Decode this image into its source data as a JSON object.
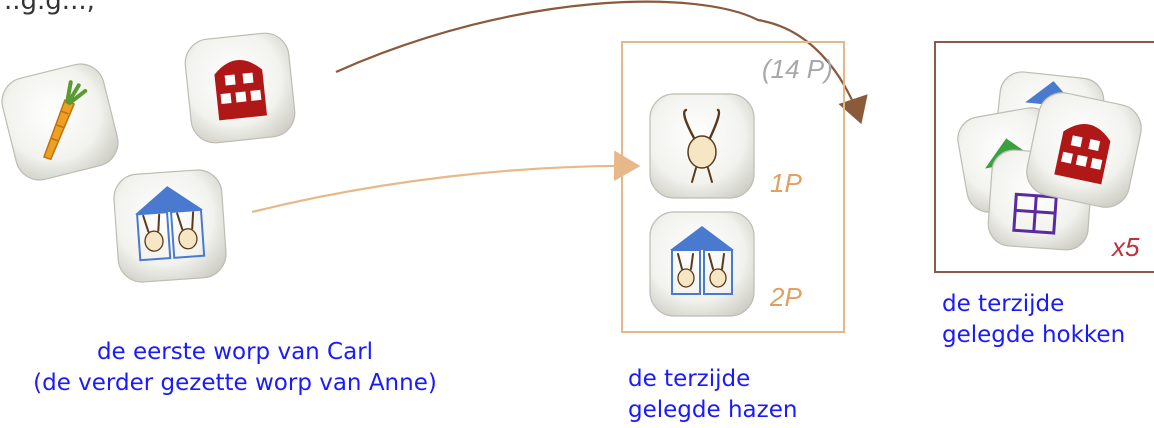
{
  "header_fragment": "..g.g...,",
  "captions": {
    "first_throw_line1": "de eerste worp van Carl",
    "first_throw_line2": "(de verder gezette worp van Anne)",
    "hares_line1": "de terzijde",
    "hares_line2": "gelegde hazen",
    "hutches_line1": "de terzijde",
    "hutches_line2": "gelegde hokken"
  },
  "scores": {
    "total": "(14 P)",
    "single_hare": "1P",
    "double_hare": "2P",
    "multiplier": "x5"
  },
  "dice": [
    {
      "symbol": "carrot",
      "location": "first-throw"
    },
    {
      "symbol": "red-hutch",
      "location": "first-throw"
    },
    {
      "symbol": "blue-hutch-two-hares",
      "location": "first-throw"
    },
    {
      "symbol": "single-hare",
      "location": "set-aside-hares"
    },
    {
      "symbol": "blue-hutch-two-hares",
      "location": "set-aside-hares"
    },
    {
      "symbol": "blue-hutch",
      "location": "set-aside-hutches"
    },
    {
      "symbol": "green-hutch",
      "location": "set-aside-hutches"
    },
    {
      "symbol": "purple-hutch",
      "location": "set-aside-hutches"
    },
    {
      "symbol": "red-hutch",
      "location": "set-aside-hutches"
    }
  ],
  "colors": {
    "caption_text": "#1a1aff",
    "hares_frame": "#e3b98c",
    "hutches_frame": "#8a5a4a",
    "hare_points": "#e0a060",
    "multiplier": "#c0303a",
    "arrow_top": "#8a5a3a",
    "arrow_bottom": "#e8b88a"
  }
}
